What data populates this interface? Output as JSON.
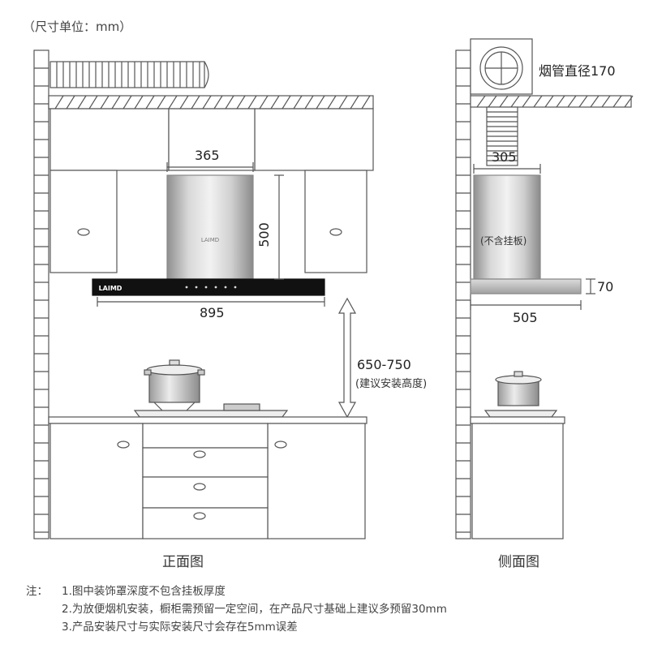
{
  "unit_label": "（尺寸单位：mm）",
  "brand_logo_text": "LAIMD",
  "front_view": {
    "caption": "正面图",
    "dim_body_width": "365",
    "dim_body_height": "500",
    "dim_panel_width": "895",
    "dim_install_height": "650-750",
    "dim_install_note": "(建议安装高度)"
  },
  "side_view": {
    "caption": "侧面图",
    "dim_duct": "烟管直径170",
    "dim_body_depth": "305",
    "no_bracket_note": "(不含挂板)",
    "dim_panel_thickness": "70",
    "dim_panel_depth": "505"
  },
  "notes": {
    "prefix": "注：",
    "items": [
      "1.图中装饰罩深度不包含挂板厚度",
      "2.为放便烟机安装，橱柜需预留一定空间，在产品尺寸基础上建议多预留30mm",
      "3.产品安装尺寸与实际安装尺寸会存在5mm误差"
    ]
  },
  "colors": {
    "line": "#555555",
    "wall_fill": "#ffffff",
    "steel_light": "#e6e6e6",
    "steel_dark": "#9a9a9a",
    "glass_panel": "#111111"
  }
}
